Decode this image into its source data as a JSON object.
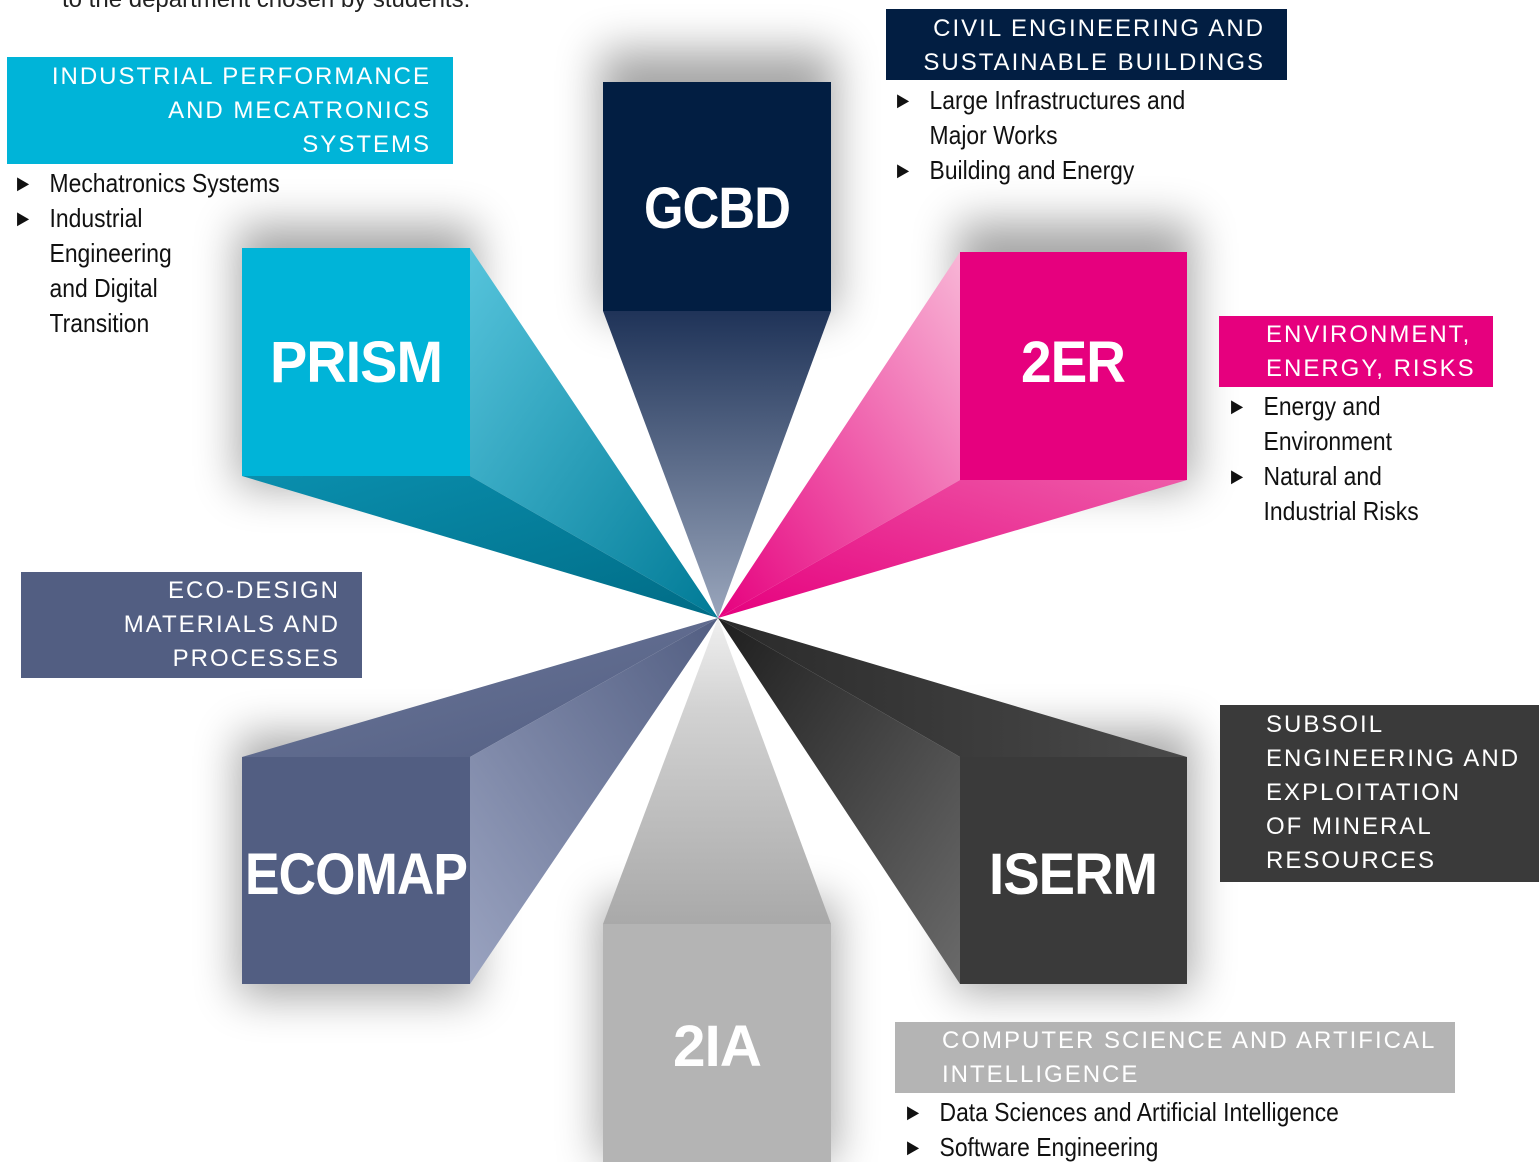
{
  "intro_text": "to the department chosen by students.",
  "departments": [
    {
      "key": "gcbd",
      "code": "GCBD",
      "color": "#021e42",
      "title": [
        "CIVIL ENGINEERING AND",
        "SUSTAINABLE BUILDINGS"
      ],
      "bullets": [
        "Large Infrastructures and Major Works",
        "Building and Energy"
      ]
    },
    {
      "key": "2er",
      "code": "2ER",
      "color": "#e6007e",
      "title": [
        "ENVIRONMENT,",
        "ENERGY, RISKS"
      ],
      "bullets": [
        "Energy and Environment",
        "Natural and Industrial Risks"
      ]
    },
    {
      "key": "iserm",
      "code": "ISERM",
      "color": "#3a3a3a",
      "title": [
        "SUBSOIL",
        "ENGINEERING AND",
        "EXPLOITATION",
        "OF MINERAL",
        "RESOURCES"
      ],
      "bullets": []
    },
    {
      "key": "2ia",
      "code": "2IA",
      "color": "#b4b4b4",
      "title": [
        "COMPUTER SCIENCE AND ARTIFICAL",
        "INTELLIGENCE"
      ],
      "bullets": [
        "Data Sciences and Artificial Intelligence",
        "Software Engineering"
      ]
    },
    {
      "key": "ecomap",
      "code": "ECOMAP",
      "color": "#525e82",
      "title": [
        "ECO-DESIGN",
        "MATERIALS AND",
        "PROCESSES"
      ],
      "bullets": []
    },
    {
      "key": "prism",
      "code": "PRISM",
      "color": "#00b4d8",
      "title": [
        "INDUSTRIAL PERFORMANCE",
        "AND MECATRONICS",
        "SYSTEMS"
      ],
      "bullets": [
        "Mechatronics Systems",
        "Industrial Engineering and Digital Transition"
      ]
    }
  ]
}
